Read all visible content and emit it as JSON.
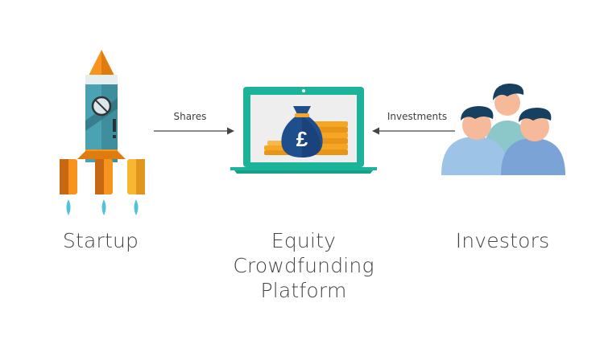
{
  "nodes": {
    "startup": {
      "label": "Startup"
    },
    "platform": {
      "label_lines": [
        "Equity",
        "Crowdfunding",
        "Platform"
      ]
    },
    "investors": {
      "label": "Investors"
    }
  },
  "edges": {
    "shares": {
      "label": "Shares",
      "from": "startup",
      "to": "platform"
    },
    "investments": {
      "label": "Investments",
      "from": "investors",
      "to": "platform"
    }
  },
  "icons": {
    "startup": "rocket-icon",
    "platform": "laptop-money-bag-icon",
    "investors": "people-group-icon",
    "currency_symbol": "£"
  },
  "colors": {
    "rocket_orange": "#F7941E",
    "rocket_teal": "#3E8E9E",
    "laptop_teal": "#1BB39A",
    "bag_navy": "#1F4E8C",
    "coin_gold": "#F5A623",
    "people_blue": "#8EB4E3",
    "hair_navy": "#173F5F",
    "skin": "#F6B99A",
    "flame": "#4FC3D8"
  }
}
